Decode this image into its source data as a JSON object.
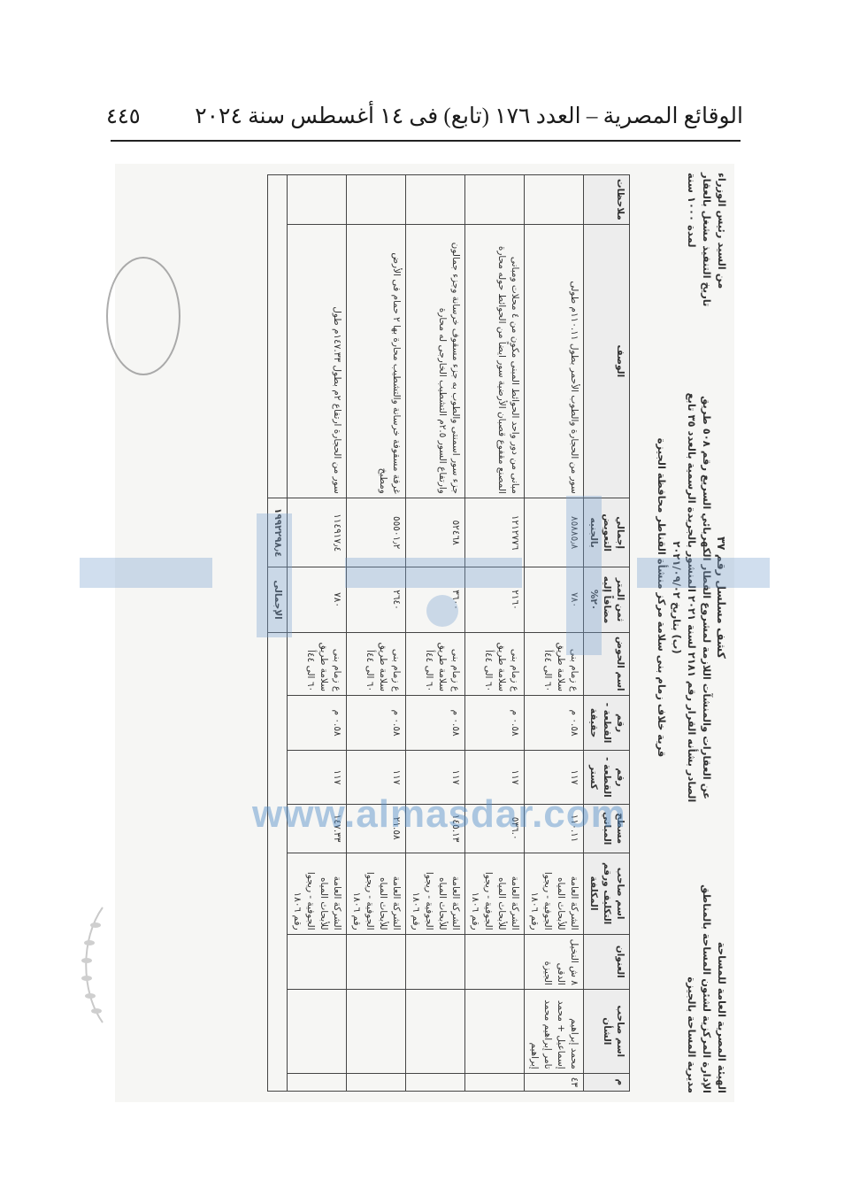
{
  "header": {
    "page_number": "٤٤٥",
    "title": "الوقائع المصرية – العدد ١٧٦ (تابع) فى ١٤ أغسطس سنة ٢٠٢٤"
  },
  "doc": {
    "head_right": [
      "الهيئة المصرية العامة للمساحة",
      "الإدارة المركزية لشئون المساحة بالمناطق",
      "مديرية المساحة بالجيزة"
    ],
    "head_center_title": "كشف مسلسل رقم ٣٧",
    "head_center_lines": [
      "عن العقارات والمنشآت اللازمة لمشروع القطار الكهربائي السريع رقم ٥٠٨ طريق",
      "الصادر بشأنه القرار رقم ٢١٨١ لسنة ٢٠٢١ المنشور بالجريدة الرسمية بالعدد ٣٥ تابع (ب) بتاريخ ٢٠٢١/٠٩/٠٢",
      "قرية خلاف زمام بنى سلامة مركز منشأة القناطر محافظة الجيزة"
    ],
    "head_left": [
      "من السيد رئيس الوزراء",
      "تاريخ التنفيذ مشغل بالعقار",
      "لمدة ١٠٠٠ سنة"
    ],
    "columns": [
      "م",
      "اسم صاحب الشأن",
      "العنوان",
      "اسم صاحب التكليف ورقم المكلفة",
      "مسطح المباني",
      "رقم القطعة - كستر",
      "رقم القطعة - حقيقة",
      "اسم الحوض",
      "ثمن المتر مضافاً إليه ٢٠%",
      "إجمالي التعويض بالجنيه",
      "الوصف",
      "ملاحظات"
    ],
    "rows": [
      {
        "no": "٤٣",
        "owner": "محمد إبراهيم إسماعيل + محمد تامر إبراهيم محمد إبراهيم",
        "address": "٨ ش النخيل الدقى الجيزة",
        "assignee": "الشركة العامة للأبحاث المياه الجوفية - ريجوا رقم ١٨٠٦",
        "area": "١١٠.١١",
        "kestar": "١١٧",
        "real": "٠.٥٨ م",
        "basin": "ع زمام بنى سلامة طريق ٦٠ الى ٤٤أ",
        "price": "٧٨٠",
        "total": "٨٥٨٨٥٫٨",
        "desc": "سور من الحجارة والطوب الأحمر بطول ١١٠.١١م طولى"
      },
      {
        "no": "",
        "owner": "",
        "address": "",
        "assignee": "الشركة العامة للأبحاث المياه الجوفية - ريجوا رقم ١٨٠٦",
        "area": "٥٣٦.٠",
        "kestar": "١١٧",
        "real": "٠.٥٨ م",
        "basin": "ع زمام بنى سلامة طريق ٦٠ الى ٤٤أ",
        "price": "٢١٦٠",
        "total": "١٢١٢٧٧٦",
        "desc": "مبانى من دور واحد الحوائط المبنى مكون من ٤ محلات ومبانى المصنع مقفوع قصبان الأرضية سور ايضاً من الحوائط حوله محارة"
      },
      {
        "no": "",
        "owner": "",
        "address": "",
        "assignee": "الشركة العامة للأبحاث المياه الجوفية - ريجوا رقم ١٨٠٦",
        "area": "١٤٥.١٣",
        "kestar": "١١٧",
        "real": "٠.٥٨ م",
        "basin": "ع زمام بنى سلامة طريق ٦٠ الى ٤٤أ",
        "price": "٣٦٠٠",
        "total": "٥٢٤٦٨",
        "desc": "جزء سور اسمنتى والطوب به جزء مسقوف خرسانة وجزء جمالون وارتفاع السور ٢.٥م التشطيب الخارجى له محارة"
      },
      {
        "no": "",
        "owner": "",
        "address": "",
        "assignee": "الشركة العامة للأبحاث المياه الجوفية - ريجوا رقم ١٨٠٦",
        "area": "٢١.٥٨",
        "kestar": "١١٧",
        "real": "٠.٥٨ م",
        "basin": "ع زمام بنى سلامة طريق ٦٠ الى ٤٤أ",
        "price": "٢٦٤٠",
        "total": "٥٥٥٠١٫٢",
        "desc": "غرفة مسقوفة خرسانة والتشطيب محارة بها ٢ حمام فى الأرض ومطبخ"
      },
      {
        "no": "",
        "owner": "",
        "address": "",
        "assignee": "الشركة العامة للأبحاث المياه الجوفية - ريجوا رقم ١٨٠٦",
        "area": "١٤٧.٣٣",
        "kestar": "١١٧",
        "real": "٠.٥٨ م",
        "basin": "ع زمام بنى سلامة طريق ٦٠ الى ٤٤أ",
        "price": "٧٨٠",
        "total": "١١٤٩١٧٫٤",
        "desc": "سور من الحجارة ارتفاع ٢م بطول ١٤٧.٣٣م طول"
      }
    ],
    "total_label": "الإجمالى",
    "total_value": "١٩٩٢٢٩٨٫٤"
  },
  "watermark": {
    "url": "www.almasdar.com"
  }
}
